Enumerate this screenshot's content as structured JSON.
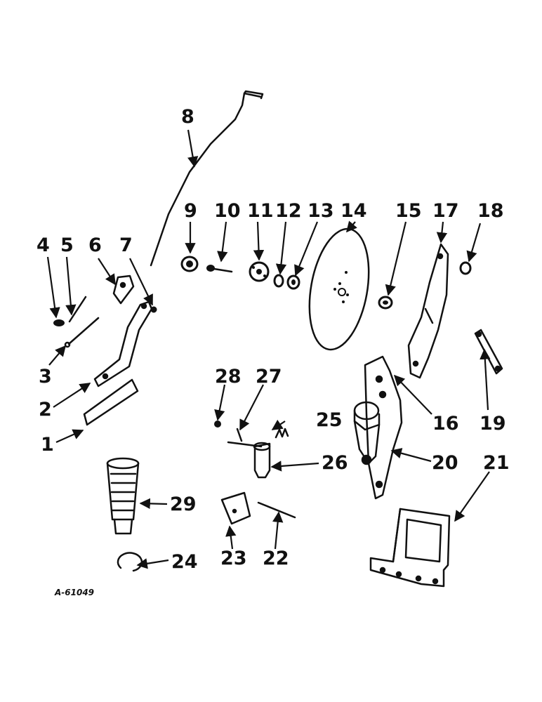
{
  "diagram": {
    "drawing_code": "A-61049",
    "callouts": [
      "1",
      "2",
      "3",
      "4",
      "5",
      "6",
      "7",
      "8",
      "9",
      "10",
      "11",
      "12",
      "13",
      "14",
      "15",
      "16",
      "17",
      "18",
      "19",
      "20",
      "21",
      "22",
      "23",
      "24",
      "25",
      "26",
      "27",
      "28",
      "29"
    ]
  }
}
